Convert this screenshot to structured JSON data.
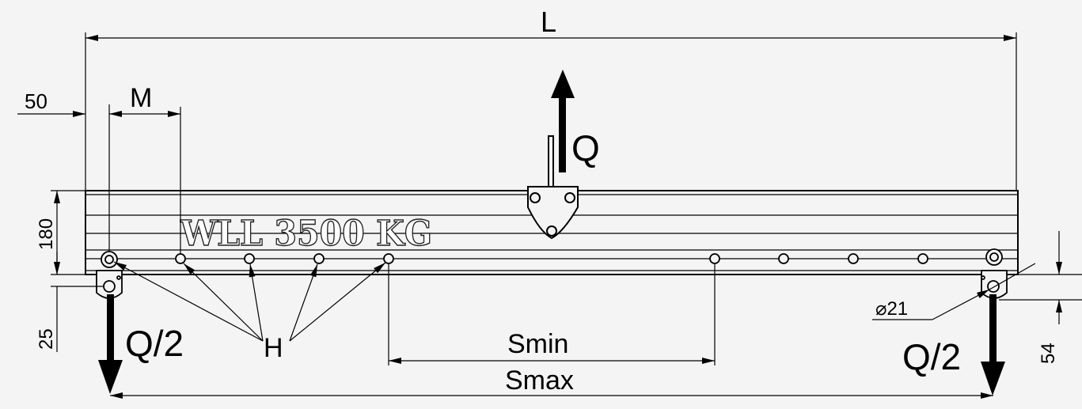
{
  "labels": {
    "overall_length": "L",
    "end_offset": "50",
    "hole_pitch": "M",
    "center_load": "Q",
    "end_load_left": "Q/2",
    "end_load_right": "Q/2",
    "beam_height": "180",
    "lug_drop": "25",
    "right_drop": "54",
    "hole_diameter": "⌀21",
    "holes": "H",
    "span_min": "Smin",
    "span_max": "Smax",
    "beam_marking": "WLL 3500 KG"
  },
  "colors": {
    "background": "#f4f4f4",
    "line": "#000000",
    "marking_fill": "#ffffff"
  }
}
